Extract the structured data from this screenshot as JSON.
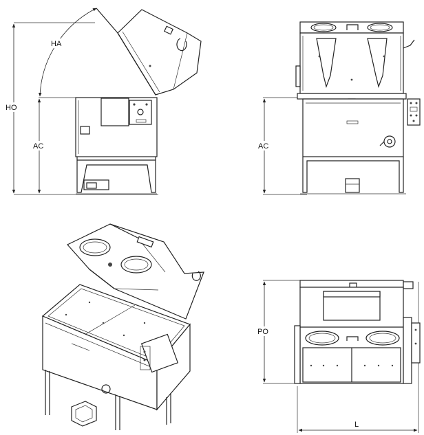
{
  "dimensions": {
    "ho": "HO",
    "ha": "HA",
    "ac_side": "AC",
    "ac_front": "AC",
    "po": "PO",
    "l": "L"
  },
  "colors": {
    "line": "#222222",
    "background": "#ffffff"
  }
}
